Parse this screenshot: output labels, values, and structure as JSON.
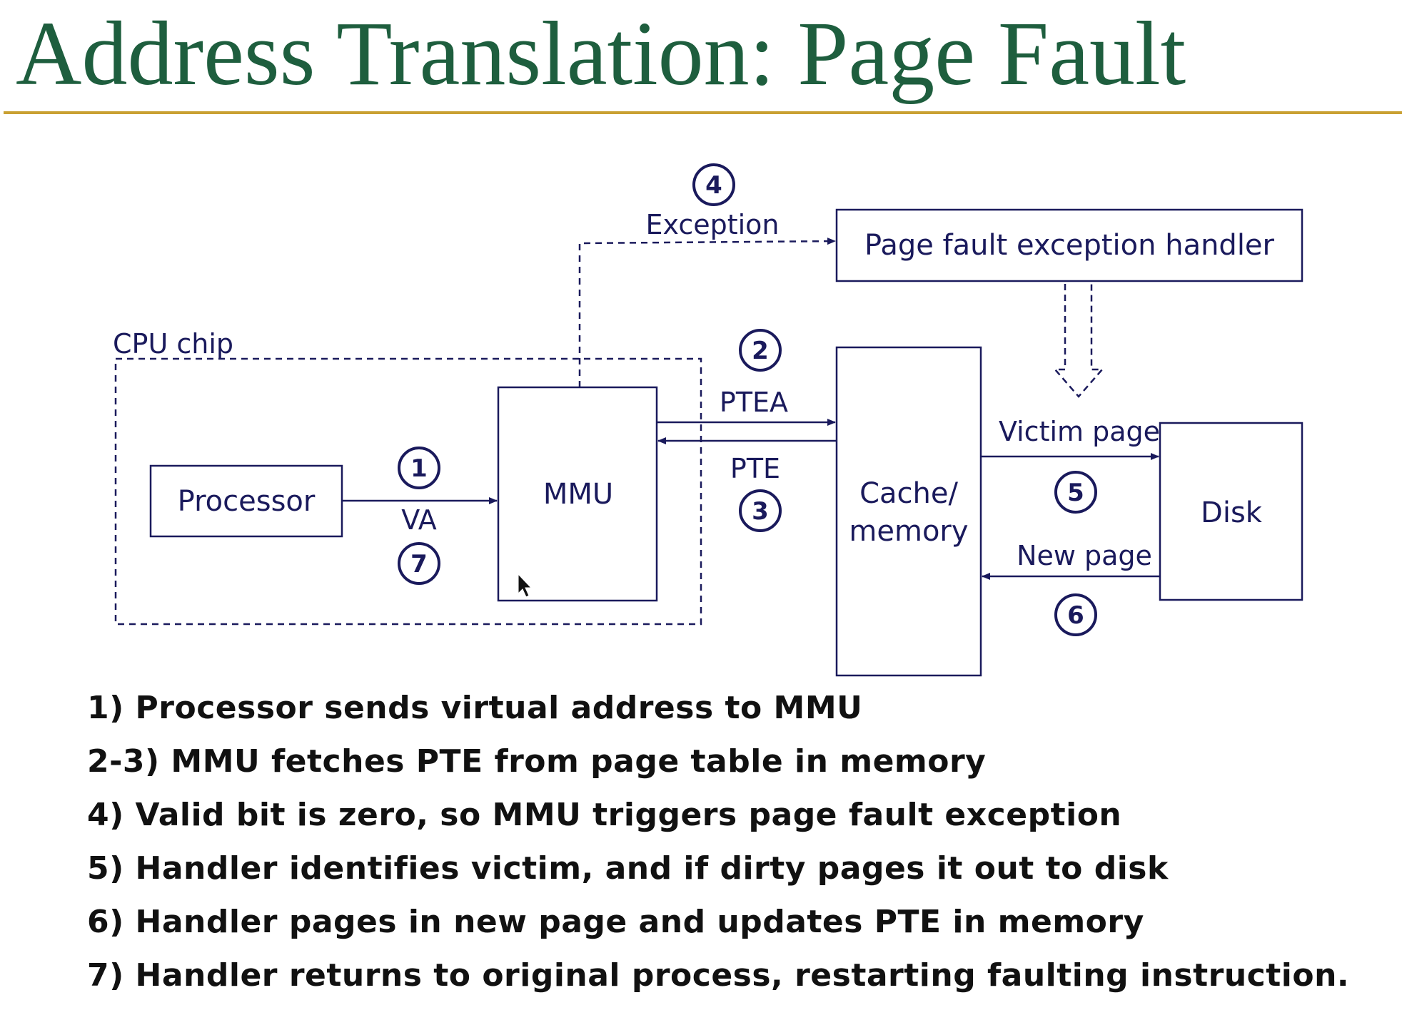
{
  "title": "Address Translation: Page Fault",
  "colors": {
    "title": "#1e5e3e",
    "rule": "#c9a032",
    "diagram": "#1a1a5c",
    "text": "#111111"
  },
  "diagram": {
    "cpu_chip_label": "CPU chip",
    "processor": "Processor",
    "mmu": "MMU",
    "cache_memory_line1": "Cache/",
    "cache_memory_line2": "memory",
    "disk": "Disk",
    "handler": "Page fault exception handler",
    "arrows": {
      "va": "VA",
      "ptea": "PTEA",
      "pte": "PTE",
      "exception": "Exception",
      "victim_page": "Victim page",
      "new_page": "New page"
    },
    "step_markers": [
      "1",
      "2",
      "3",
      "4",
      "5",
      "6",
      "7"
    ]
  },
  "steps": [
    "1) Processor sends virtual address to MMU",
    "2-3) MMU fetches PTE from page table in memory",
    "4) Valid bit is zero, so MMU triggers page fault exception",
    "5) Handler identifies victim, and if dirty pages it out to disk",
    "6) Handler pages in new page and updates PTE in memory",
    "7) Handler returns to original process, restarting faulting instruction."
  ]
}
